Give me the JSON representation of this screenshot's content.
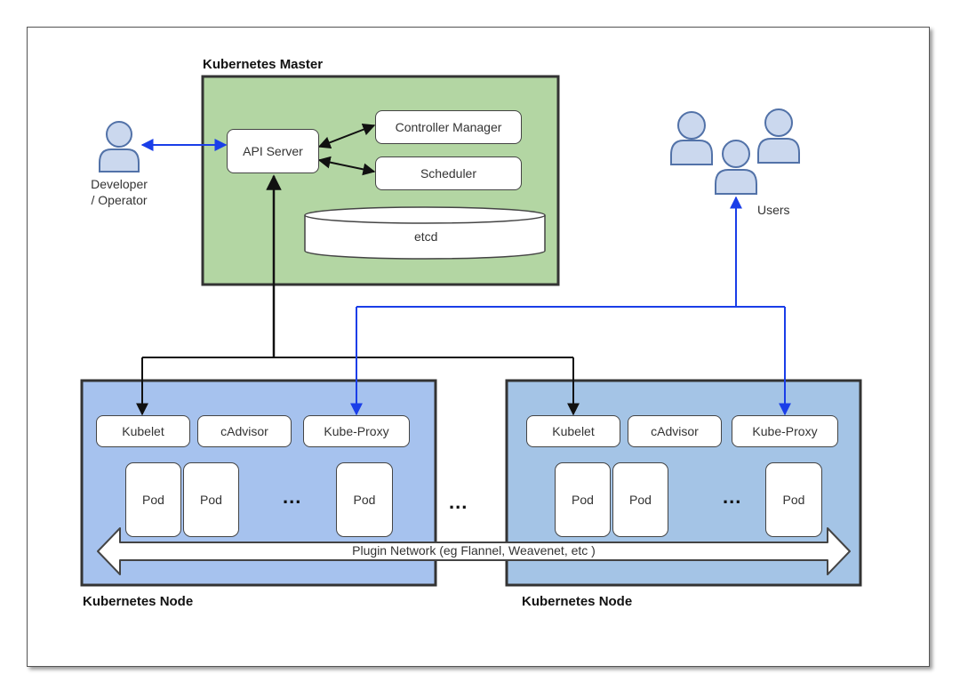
{
  "master": {
    "title": "Kubernetes Master",
    "api_server": "API Server",
    "controller_manager": "Controller Manager",
    "scheduler": "Scheduler",
    "etcd": "etcd"
  },
  "developer": {
    "label_line1": "Developer",
    "label_line2": "/ Operator"
  },
  "users": {
    "label": "Users"
  },
  "nodes": [
    {
      "title": "Kubernetes Node",
      "kubelet": "Kubelet",
      "cadvisor": "cAdvisor",
      "kube_proxy": "Kube-Proxy",
      "pods": [
        "Pod",
        "Pod",
        "Pod"
      ],
      "ellipsis": "..."
    },
    {
      "title": "Kubernetes Node",
      "kubelet": "Kubelet",
      "cadvisor": "cAdvisor",
      "kube_proxy": "Kube-Proxy",
      "pods": [
        "Pod",
        "Pod",
        "Pod"
      ],
      "ellipsis": "..."
    }
  ],
  "between_nodes_ellipsis": "...",
  "plugin_network": "Plugin Network (eg Flannel, Weavenet, etc )",
  "colors": {
    "master_fill": "#b3d6a3",
    "node1_fill": "#a6c2ee",
    "node2_fill": "#a4c4e6",
    "arrow_blue": "#1a3ee8",
    "person_fill": "#cbd8ee",
    "person_stroke": "#5272a8"
  }
}
